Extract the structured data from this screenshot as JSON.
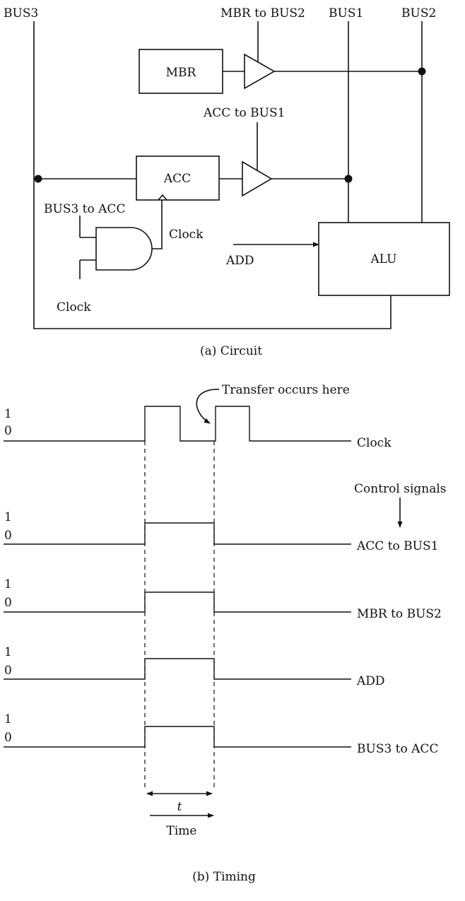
{
  "circuit": {
    "bus_labels": {
      "bus3": "BUS3",
      "mbr_to_bus2": "MBR to BUS2",
      "bus1": "BUS1",
      "bus2": "BUS2"
    },
    "blocks": {
      "mbr": "MBR",
      "acc": "ACC",
      "alu": "ALU"
    },
    "control_labels": {
      "acc_to_bus1": "ACC to BUS1",
      "bus3_to_acc": "BUS3 to ACC",
      "clock_in": "Clock",
      "clock_out": "Clock",
      "add": "ADD"
    },
    "caption": "(a) Circuit"
  },
  "timing": {
    "annotation": "Transfer occurs here",
    "control_signals_label": "Control signals",
    "level_high": "1",
    "level_low": "0",
    "signals": [
      {
        "name": "Clock"
      },
      {
        "name": "ACC to BUS1"
      },
      {
        "name": "MBR to BUS2"
      },
      {
        "name": "ADD"
      },
      {
        "name": "BUS3 to ACC"
      }
    ],
    "interval_label": "t",
    "time_label": "Time",
    "caption": "(b) Timing"
  }
}
